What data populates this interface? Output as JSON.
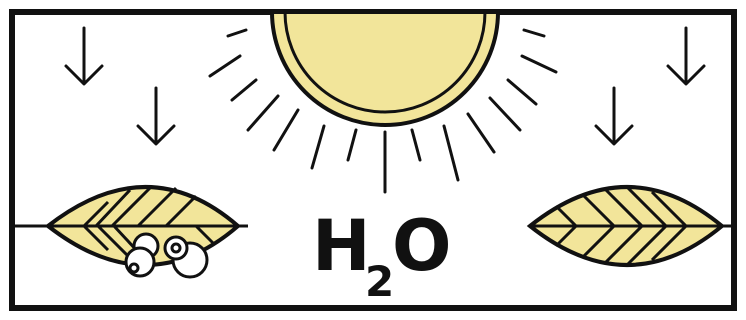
{
  "formula": {
    "main_h": "H",
    "subscript": "2",
    "main_o": "O"
  },
  "colors": {
    "sun_fill": "#f2e59a",
    "leaf_fill": "#f2e59a",
    "stroke": "#111111",
    "background": "#ffffff"
  },
  "icons": [
    "frame",
    "sun-icon",
    "sun-ray",
    "rain-arrow-icon",
    "leaf-icon",
    "water-droplets-icon",
    "ground-line"
  ]
}
